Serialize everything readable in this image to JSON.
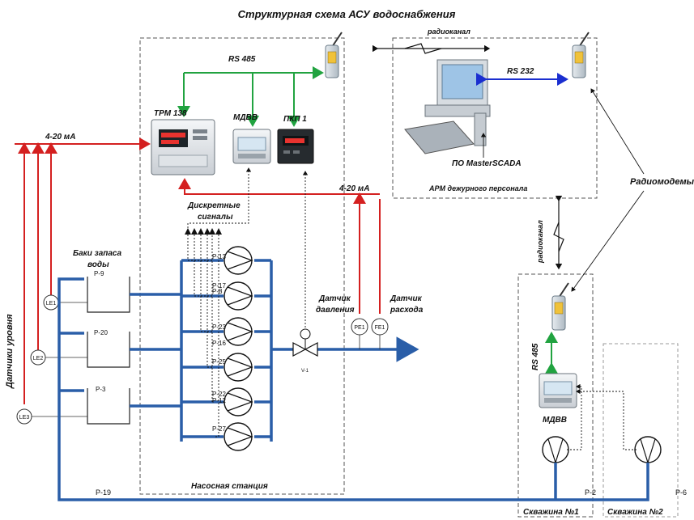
{
  "title": "Структурная схема АСУ водоснабжения",
  "labels": {
    "radio_channel_top": "радиоканал",
    "radio_channel_side": "радиоканал",
    "rs485_top": "RS 485",
    "rs485_well": "RS 485",
    "rs232": "RS 232",
    "trm138": "ТРМ 138",
    "mdvv": "МДВВ",
    "pkp1": "ПКП 1",
    "mdvv_well": "МДВВ",
    "analog_left": "4-20 мА",
    "analog_right": "4-20 мА",
    "software": "ПО MasterSCADA",
    "operator_station": "АРМ дежурного персонала",
    "radiomodems": "Радиомодемы",
    "discrete_line1": "Дискретные",
    "discrete_line2": "сигналы",
    "tanks_line1": "Баки запаса",
    "tanks_line2": "воды",
    "level_sensors": "Датчики уровня",
    "pressure_line1": "Датчик",
    "pressure_line2": "давления",
    "flow_line1": "Датчик",
    "flow_line2": "расхода",
    "pump_station": "Насосная станция",
    "well1": "Скважина №1",
    "well2": "Скважина №2"
  },
  "sensors": {
    "le1": "LE1",
    "le2": "LE2",
    "le3": "LE3",
    "pe1": "PE1",
    "fe1": "FE1"
  },
  "tags": {
    "tank1": "P-9",
    "tank2": "P-20",
    "tank3": "P-3",
    "pump1": "P-13",
    "pump2a": "P-17",
    "pump2b": "P-8",
    "pump3": "P-23",
    "pump3b": "P-16",
    "pump4": "P-25",
    "pump5a": "P-22",
    "pump5b": "P-12",
    "pump6": "P-27",
    "valve": "V-1",
    "main_pipe": "P-19",
    "well_pipe1": "P-2",
    "well_pipe2": "P-6"
  },
  "colors": {
    "pipe": "#2a5ea8",
    "signal": "#d42020",
    "bus": "#21a340",
    "rs232": "#1a2ed0",
    "frame": "#555555"
  }
}
